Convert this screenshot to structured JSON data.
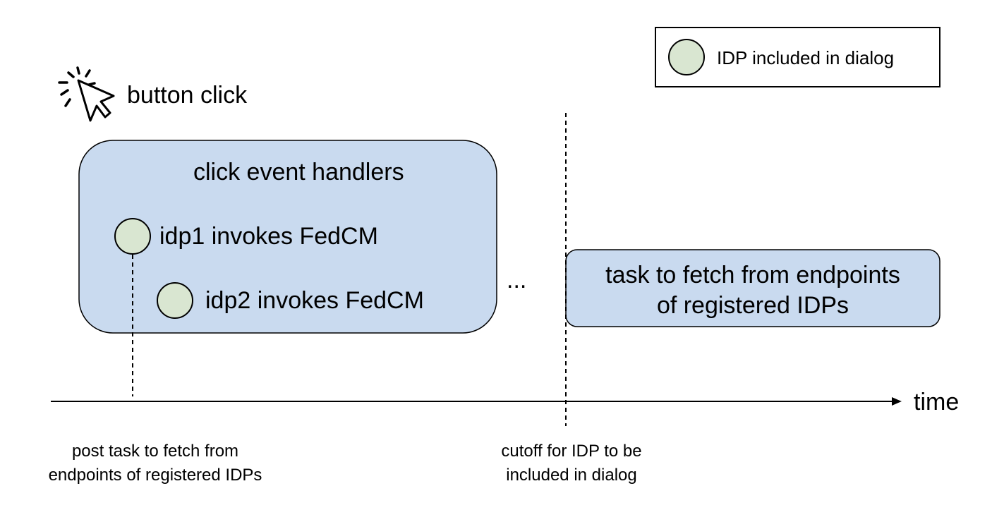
{
  "legend": {
    "label": "IDP included in dialog",
    "circle_fill": "#d9e6d1",
    "border_color": "#000000"
  },
  "cursor": {
    "icon": "cursor-click-icon",
    "label": "button click"
  },
  "handlers_box": {
    "title": "click event handlers",
    "fill": "#c9daef",
    "items": [
      {
        "label": "idp1 invokes FedCM"
      },
      {
        "label": "idp2 invokes FedCM"
      }
    ]
  },
  "ellipsis": "...",
  "task_box": {
    "line1": "task to fetch from endpoints",
    "line2": "of registered IDPs",
    "fill": "#c9daef"
  },
  "timeline": {
    "label": "time"
  },
  "annotations": {
    "post_task": {
      "line1": "post task to fetch from",
      "line2": "endpoints of registered IDPs"
    },
    "cutoff": {
      "line1": "cutoff for IDP to be",
      "line2": "included in dialog"
    }
  }
}
